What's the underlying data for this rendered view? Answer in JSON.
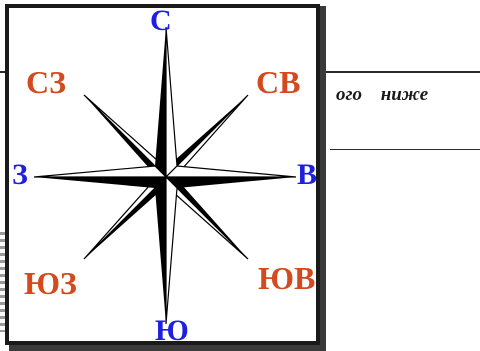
{
  "background": {
    "text_fragment": "ого   ниже"
  },
  "compass": {
    "north": "С",
    "south": "Ю",
    "east": "В",
    "west": "З",
    "northeast": "СВ",
    "northwest": "СЗ",
    "southeast": "ЮВ",
    "southwest": "ЮЗ",
    "colors": {
      "cardinal": "#1f1fe0",
      "intercardinal": "#d24a1e",
      "rose": "#000000"
    }
  }
}
